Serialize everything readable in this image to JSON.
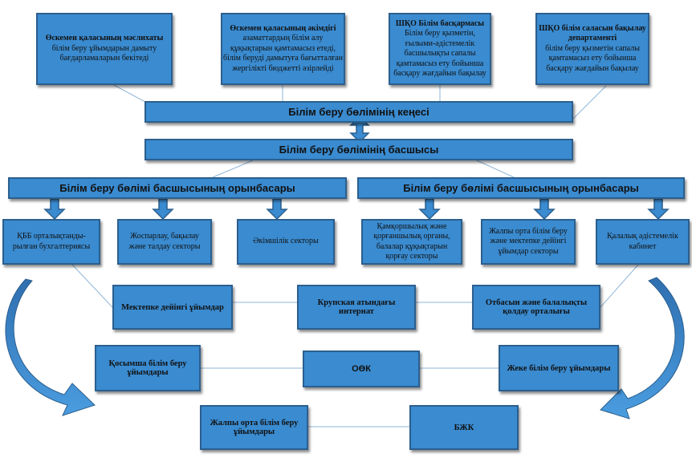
{
  "top_boxes": [
    {
      "bold": "Өскемен қаласының мәслихаты",
      "text": "білім беру ұйымдарын дамыту бағдарламаларын бекітеді"
    },
    {
      "bold": "Өскемен қаласының әкімдігі",
      "text": "азаматтардың білім алу құқықтарын қамтамасыз етеді, білім беруді дамытуға бағытталған жергілікті бюджетті әзірлейді"
    },
    {
      "bold": "ШҚО Білім басқармасы",
      "text": "Білім беру қызметін, ғылыми-әдістемелік басшылықты сапалы қамтамасыз ету бойынша басқару жағдайын бақылау"
    },
    {
      "bold": "ШҚО білім саласын бақылау департаменті",
      "text": "білім беру қызметін сапалы қамтамасыз ету бойынша басқару жағдайын бақылау"
    }
  ],
  "council": "Білім беру бөлімінің кеңесі",
  "head": "Білім беру бөлімінің басшысы",
  "deputies": [
    "Білім беру бөлімі басшысының  орынбасары",
    "Білім беру бөлімі басшысының  орынбасары"
  ],
  "sectors": [
    "ҚББ орталықтанды-рылған бухгалтериясы",
    "Жоспарлау, бақылау және талдау секторы",
    "Әкімшілік секторы",
    "Қамқоршылық және қорғаншылық органы, балалар құқықтарын қорғау секторы",
    "Жалпы орта білім беру және мектепке дейінгі ұйымдар секторы",
    "Қалалық әдістемелік кабинет"
  ],
  "orgs": {
    "preschool": "Мектепке дейінгі ұйымдар",
    "internat": "Крупская атындағы интернат",
    "family": "Отбасын және балалықты қолдау орталығы",
    "additional": "Қосымша білім беру ұйымдары",
    "ook": "ОӨК",
    "private": "Жеке білім беру ұйымдары",
    "general": "Жалпы орта білім беру ұйымдары",
    "bzhk": "БЖК"
  }
}
